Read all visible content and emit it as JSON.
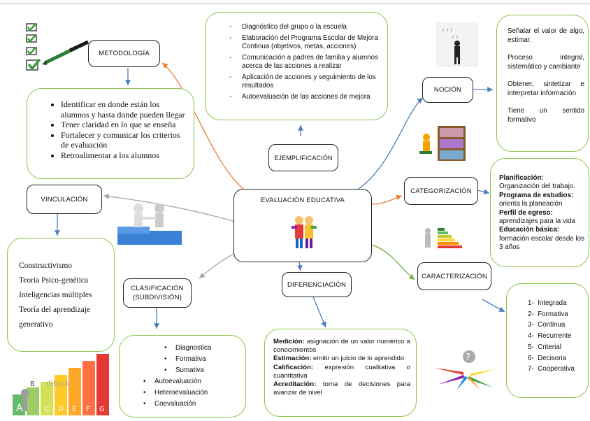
{
  "center": {
    "title": "EVALUACIÓN EDUCATIVA"
  },
  "nodes": {
    "metodologia": "METODOLOGÍA",
    "ejemplificacion": "EJEMPLIFICACIÓN",
    "nocion": "NOCIÓN",
    "categorizacion": "CATEGORIZACIÓN",
    "caracterizacion": "CARACTERIZACIÓN",
    "diferenciacion": "DIFERENCIACIÓN",
    "clasificacion_1": "CLASIFICACIÓN",
    "clasificacion_2": "(SUBDIVISIÓN)",
    "vinculacion": "VINCULACIÓN"
  },
  "metodologia_items": [
    "Identificar en donde están los alumnos y hasta donde pueden llegar",
    "Tener claridad en lo que se enseña",
    "Fortalecer y comunicar los criterios de evaluación",
    "Retroalimentar a los alumnos"
  ],
  "ejemplificacion_items": [
    "Diagnóstico del grupo o la escuela",
    "Elaboración del Programa Escolar de Mejora Continua (objetivos, metas, acciones)",
    "Comunicación a padres de familia y alumnos acerca de las acciones a realizar",
    "Aplicación de acciones y seguimiento de los resultados",
    "Autoevaluación de las acciones de mejora"
  ],
  "nocion_items": [
    "Señalar el valor de algo, estimar.",
    "Proceso integral, sistemático y cambiante",
    "Obtener, sintetizar e interpretar información",
    "Tiene un sentido formativo"
  ],
  "categorizacion_items": [
    {
      "term": "Planificación:",
      "desc": "Organización del trabajo."
    },
    {
      "term": "Programa de estudios:",
      "desc": "orienta la planeación"
    },
    {
      "term": "Perfil de egreso:",
      "desc": "aprendizajes para la vida"
    },
    {
      "term": "Educación básica:",
      "desc": "formación escolar desde los 3 años"
    }
  ],
  "caracterizacion_items": [
    "1-  Integrada",
    "2-  Formativa",
    "3-  Continua",
    "4-  Recurrente",
    "5-  Criterial",
    "6-  Decisoria",
    "7-  Cooperativa"
  ],
  "diferenciacion_items": [
    {
      "term": "Medición:",
      "desc": " asignación de un valor numérico a conocimientos"
    },
    {
      "term": "Estimación:",
      "desc": " emitir un juicio de lo aprendido"
    },
    {
      "term": "Calificación:",
      "desc": " expresión cualitativa o cuantitativa"
    },
    {
      "term": "Acreditación:",
      "desc": " toma de decisiones para avanzar de nivel"
    }
  ],
  "clasificacion_items": {
    "indented": [
      "Diagnostica",
      "Formativa",
      "Sumativa"
    ],
    "main": [
      "Autoevaluación",
      "Heteroevaluación",
      "Coevaluación"
    ]
  },
  "vinculacion_items": [
    "Constructivismo",
    "Teoría Psico-genética",
    "Inteligencias múltiples",
    "Teoría del aprendizaje generativo"
  ],
  "decor": {
    "watermark": "iStock",
    "energy_letters": [
      "A",
      "B",
      "C",
      "D",
      "E",
      "F",
      "G"
    ]
  },
  "colors": {
    "accent_box": "#8bc34a",
    "arrow_blue": "#4a7ebb",
    "arrow_orange": "#ed7d31",
    "arrow_green": "#70ad47",
    "arrow_gray": "#a6a6a6"
  }
}
